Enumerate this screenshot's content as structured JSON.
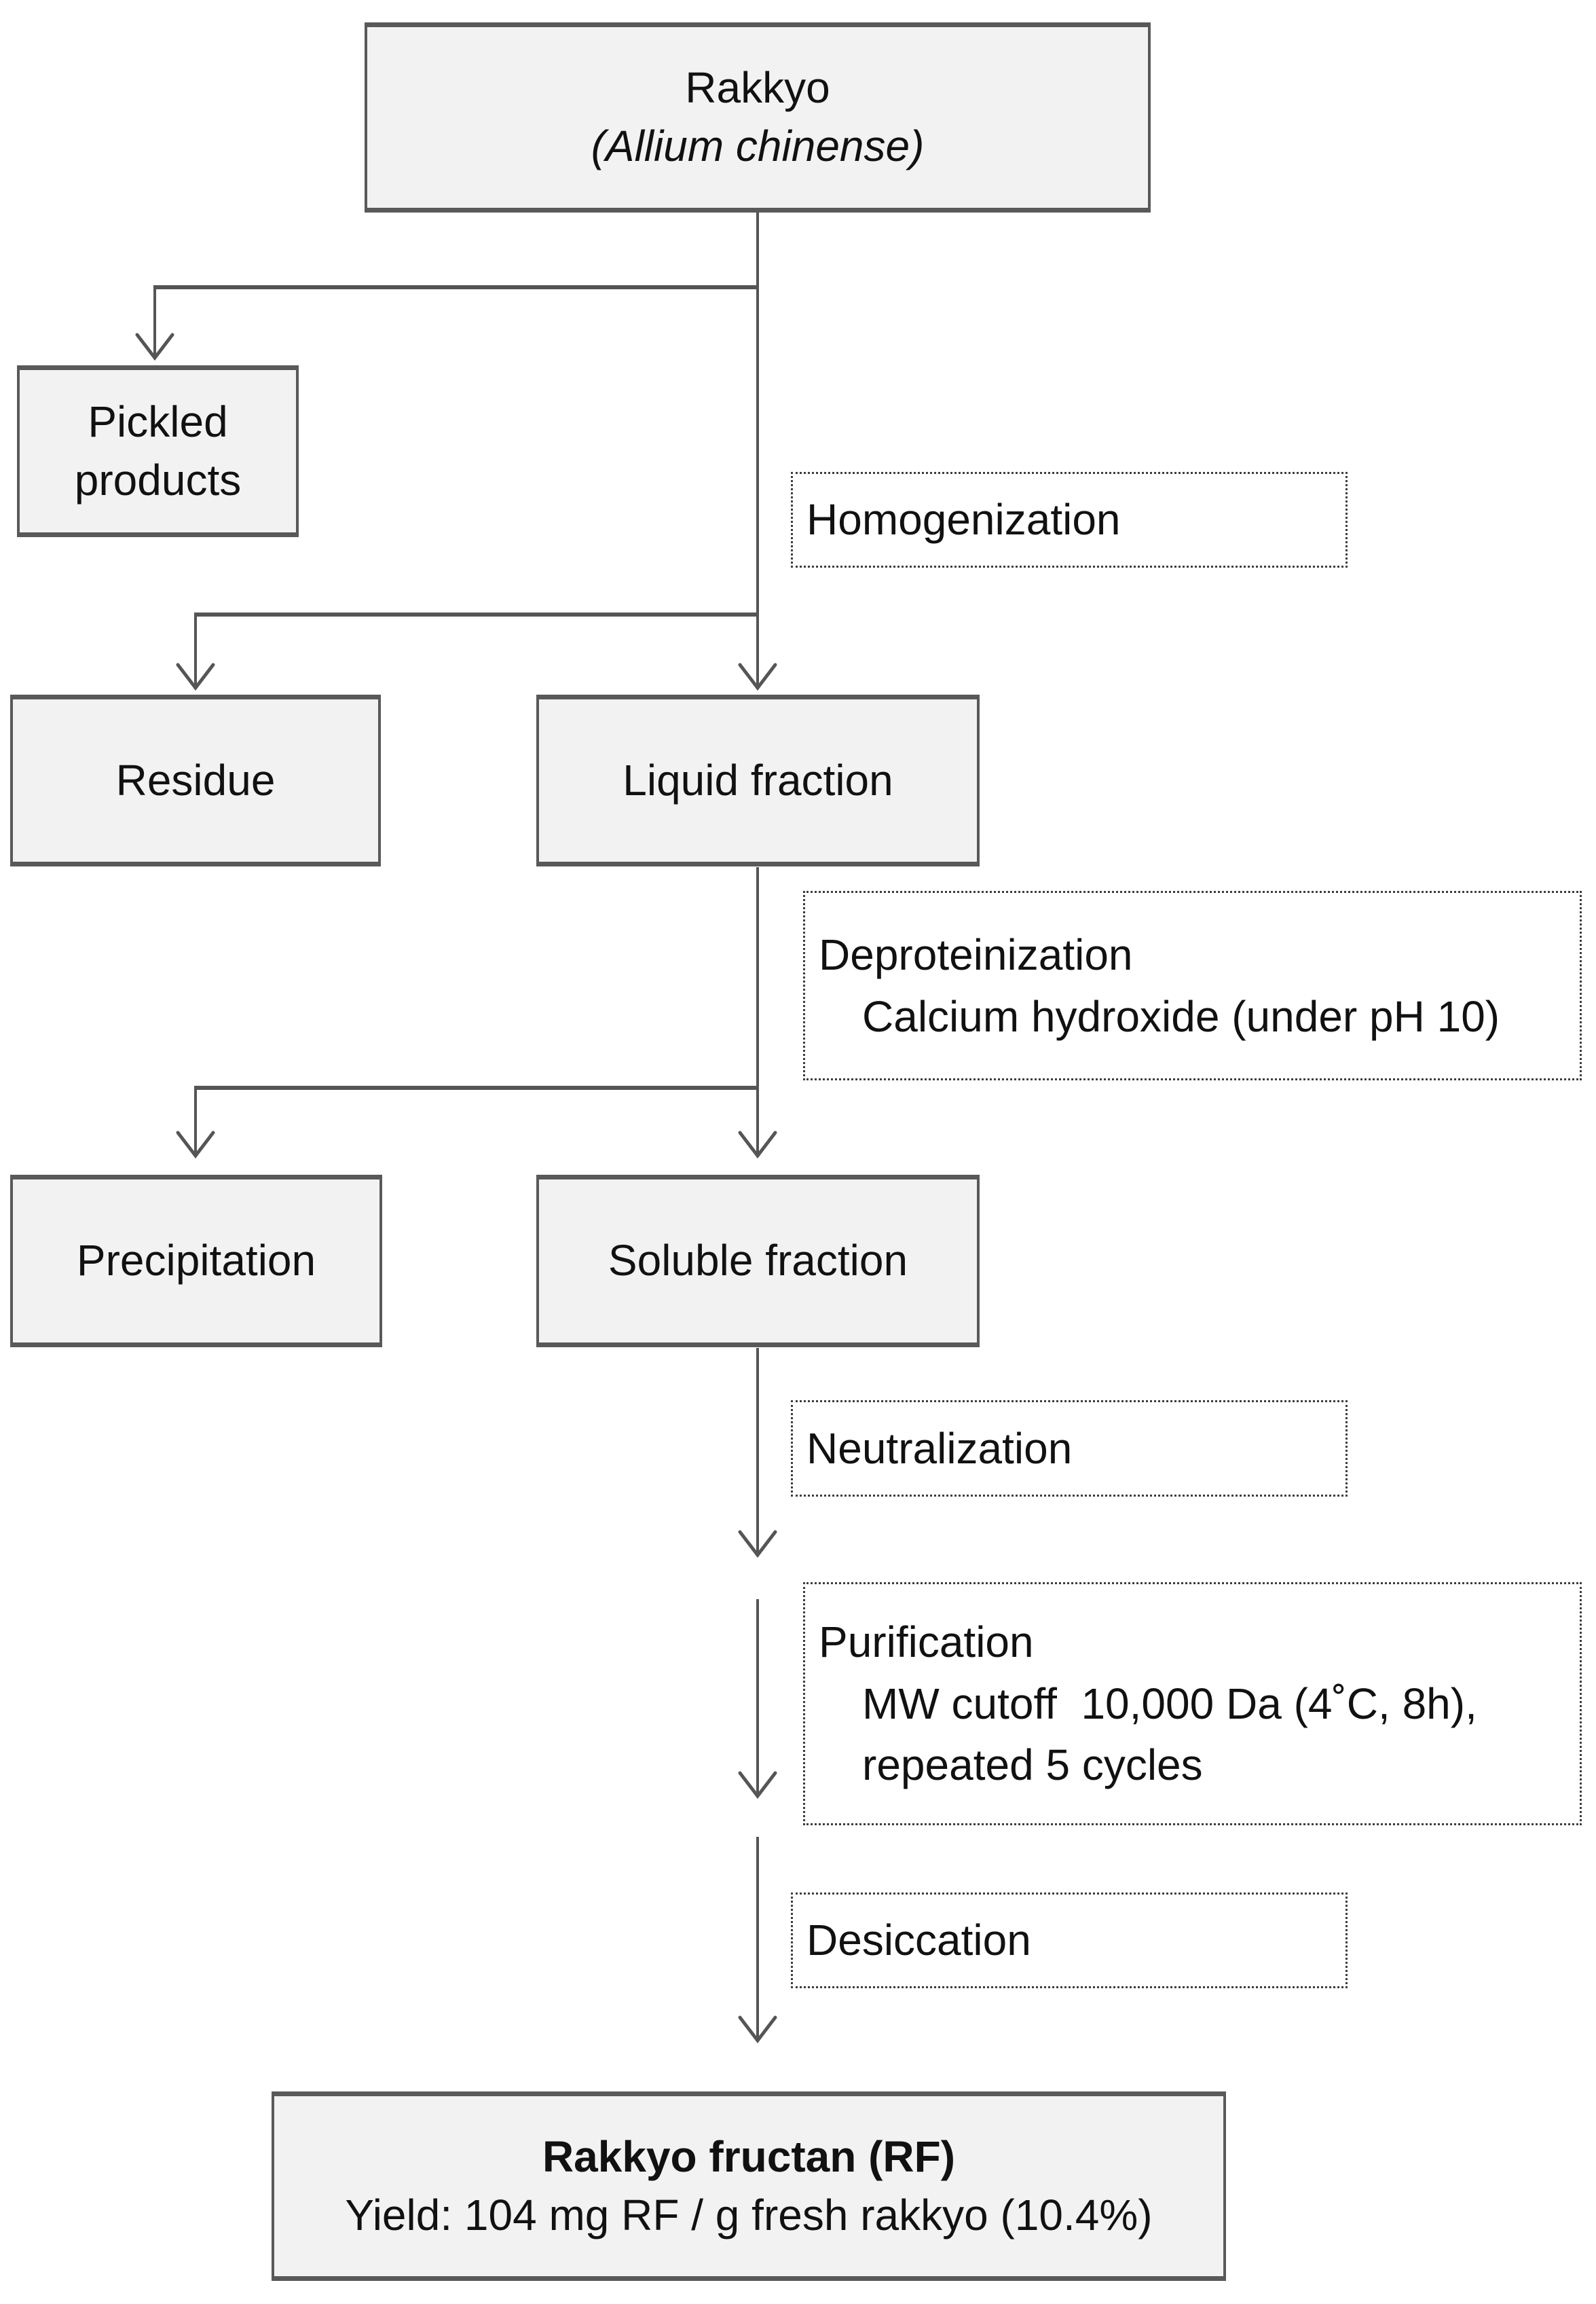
{
  "figure": {
    "description": "Flowchart of rakkyo fructan extraction process",
    "nodes": {
      "source": {
        "name": "Rakkyo",
        "latin": "(Allium chinense)"
      },
      "pickled": {
        "label": "Pickled products"
      },
      "residue": {
        "label": "Residue"
      },
      "liquid_fraction": {
        "label": "Liquid fraction"
      },
      "precipitation": {
        "label": "Precipitation"
      },
      "soluble_fraction": {
        "label": "Soluble fraction"
      },
      "product": {
        "title": "Rakkyo fructan (RF)",
        "yield_line": "Yield: 104 mg RF / g fresh rakkyo (10.4%)"
      }
    },
    "steps": {
      "homogenization": {
        "title": "Homogenization"
      },
      "deproteinization": {
        "title": "Deproteinization",
        "detail": "Calcium hydroxide (under pH 10)"
      },
      "neutralization": {
        "title": "Neutralization"
      },
      "purification": {
        "title": "Purification",
        "detail_line1": "MW cutoff  10,000 Da (4˚C, 8h),",
        "detail_line2": "repeated 5 cycles"
      },
      "desiccation": {
        "title": "Desiccation"
      }
    },
    "colors": {
      "node_fill": "#f2f2f2",
      "node_border": "#595959",
      "step_border": "#3d3d3d",
      "connector": "#555555"
    }
  }
}
